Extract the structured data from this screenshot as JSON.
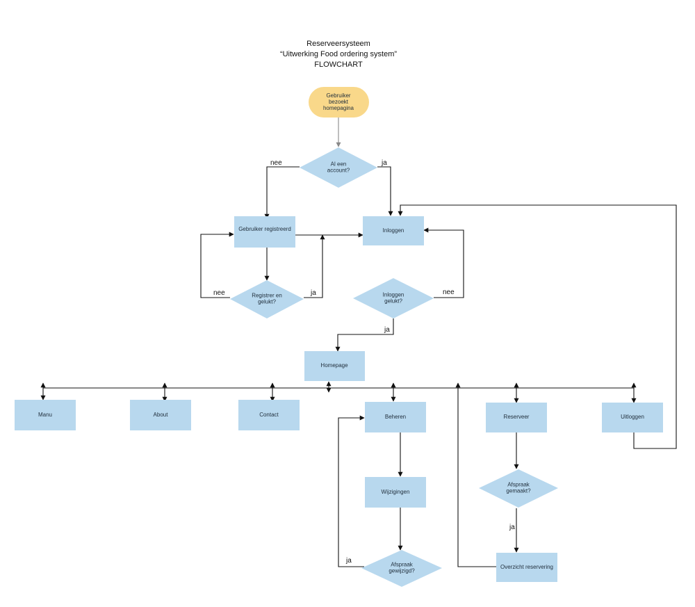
{
  "title": {
    "line1": "Reserveersysteem",
    "line2": "“Uitwerking Food ordering system”",
    "line3": "FLOWCHART"
  },
  "colors": {
    "start_fill": "#f9d88a",
    "process_fill": "#b8d8ee",
    "line": "#111111"
  },
  "nodes": {
    "start": [
      "Gebruiker",
      "bezoekt",
      "homepagina"
    ],
    "account_decision": [
      "Al een",
      "account?"
    ],
    "register": [
      "Gebruiker registreerd"
    ],
    "login": [
      "Inloggen"
    ],
    "register_decision": [
      "Registrer en",
      "gelukt?"
    ],
    "login_decision": [
      "Inloggen",
      "gelukt?"
    ],
    "homepage": [
      "Homepage"
    ],
    "menu": [
      "Manu"
    ],
    "about": [
      "About"
    ],
    "contact": [
      "Contact"
    ],
    "beheren": [
      "Beheren"
    ],
    "reserveer": [
      "Reserveer"
    ],
    "uitloggen": [
      "Uitloggen"
    ],
    "wijzigingen": [
      "Wijzigingen"
    ],
    "afspraak_gemaakt": [
      "Afspraak",
      "gemaakt?"
    ],
    "afspraak_gewijzigd": [
      "Afspraak",
      "gewijzigd?"
    ],
    "overzicht": [
      "Overzicht reservering"
    ]
  },
  "edge_labels": {
    "account_no": "nee",
    "account_yes": "ja",
    "register_no": "nee",
    "register_yes": "ja",
    "login_no": "nee",
    "login_yes": "ja",
    "gemaakt_yes": "ja",
    "gewijzigd_yes": "ja"
  }
}
